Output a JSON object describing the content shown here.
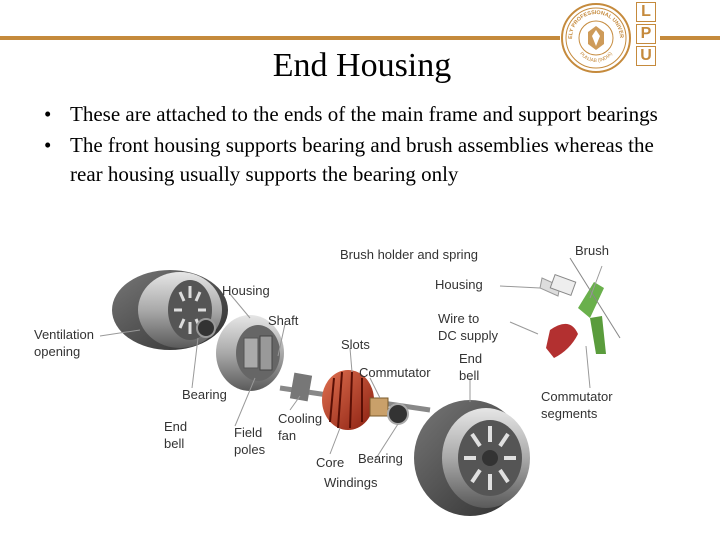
{
  "slide": {
    "title": "End Housing",
    "bullets": [
      "These are attached to the ends of the main frame and support bearings",
      "The front housing supports bearing and brush assemblies whereas the rear housing usually supports the bearing only"
    ]
  },
  "logo": {
    "seal_text": "LOVELY PROFESSIONAL UNIVERSITY",
    "seal_bottom_text": "PUNJAB (INDIA)",
    "letters": [
      "L",
      "P",
      "U"
    ]
  },
  "diagram": {
    "labels": {
      "brush_holder": "Brush holder and spring",
      "brush": "Brush",
      "housing_right": "Housing",
      "wire_1": "Wire to",
      "wire_2": "DC supply",
      "housing_left": "Housing",
      "shaft": "Shaft",
      "ventilation_1": "Ventilation",
      "ventilation_2": "opening",
      "slots": "Slots",
      "commutator": "Commutator",
      "end_bell_right_1": "End",
      "end_bell_right_2": "bell",
      "commutator_segments_1": "Commutator",
      "commutator_segments_2": "segments",
      "bearing_left": "Bearing",
      "cooling_1": "Cooling",
      "cooling_2": "fan",
      "end_bell_left_1": "End",
      "end_bell_left_2": "bell",
      "field_poles_1": "Field",
      "field_poles_2": "poles",
      "core": "Core",
      "bearing_right": "Bearing",
      "windings": "Windings"
    }
  },
  "colors": {
    "accent": "#c58a3c",
    "armature": "#c0392b",
    "brush_green": "#6ab04c",
    "metal_dark": "#4a4a4a",
    "metal_light": "#bdbdbd"
  }
}
